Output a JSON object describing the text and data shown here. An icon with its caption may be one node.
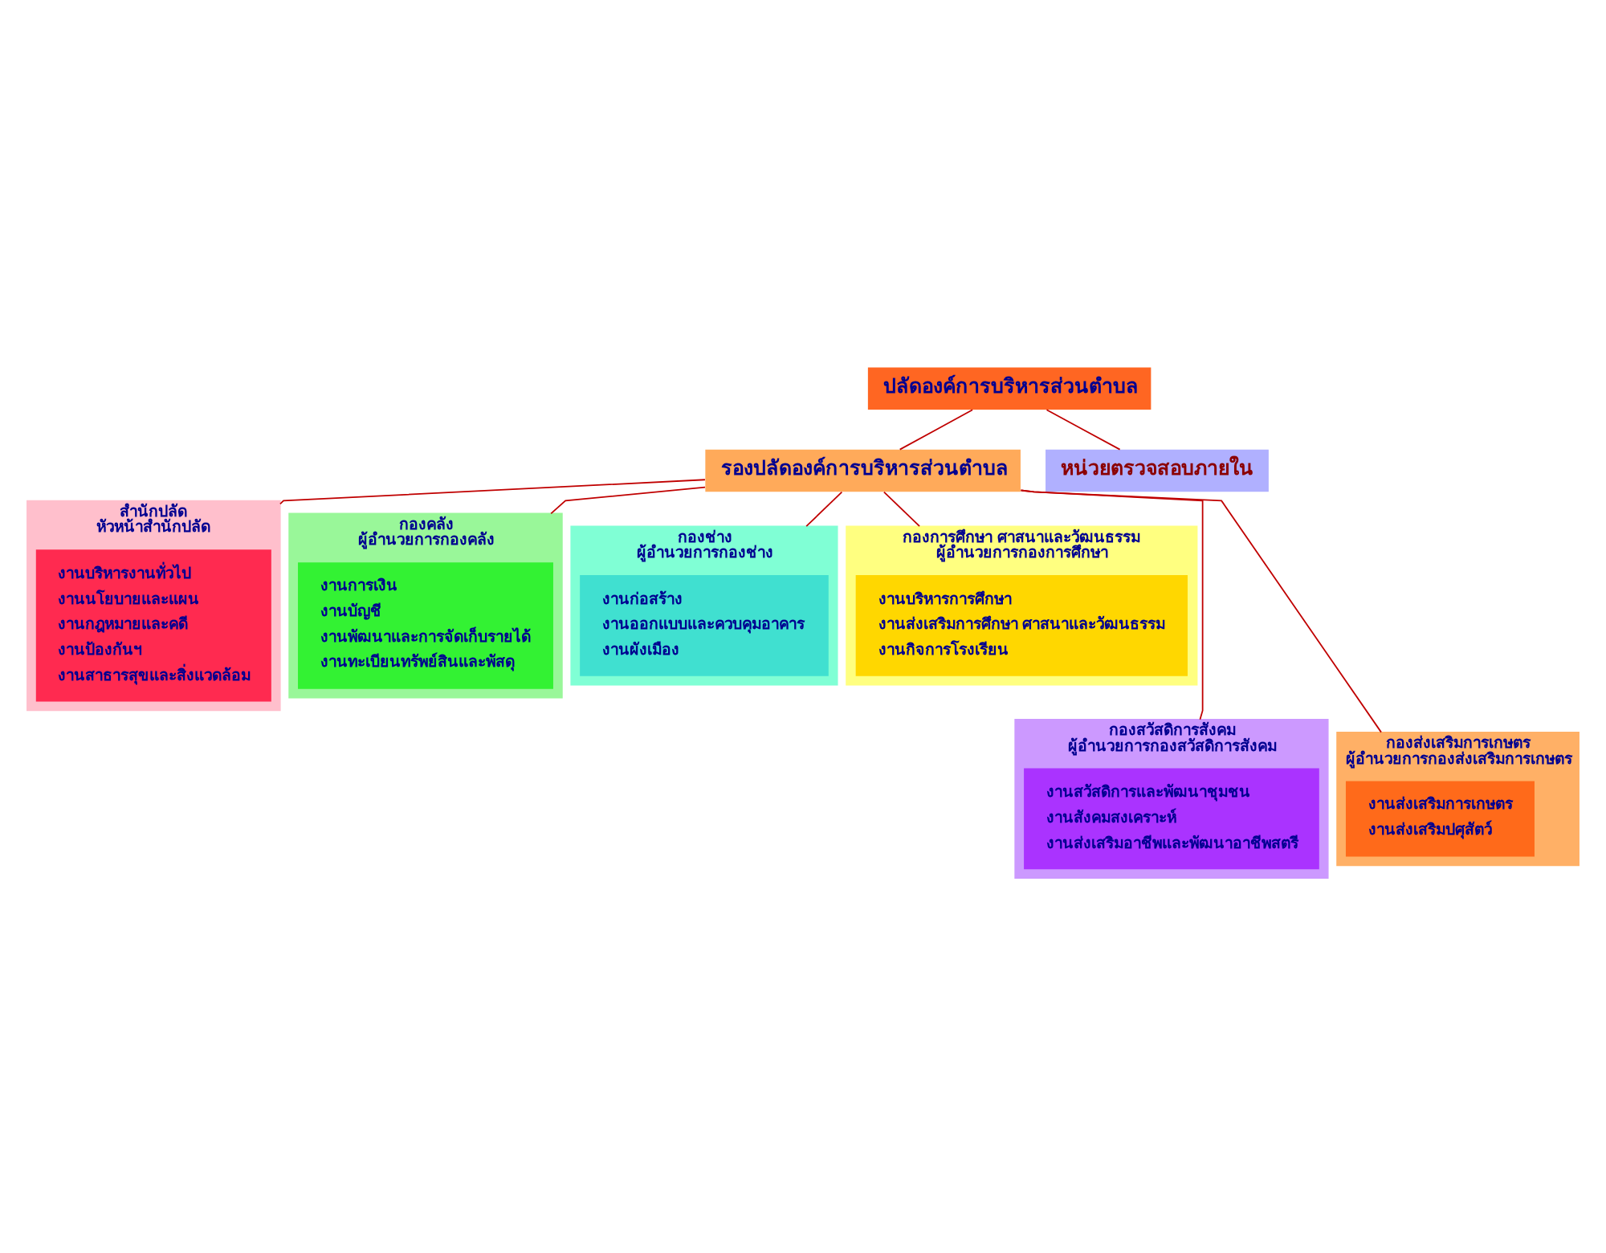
{
  "diagram": {
    "nodes": [
      {
        "text": [
          "ปลัดองค์การบริหารส่วนตำบล"
        ]
      },
      {
        "text": [
          "หน่วยตรวจสอบภายใน"
        ]
      },
      {
        "text": [
          "รองปลัดองค์การบริหารส่วนตำบล"
        ]
      },
      {
        "text": [
          "สำนักปลัด",
          "หัวหน้าสำนักปลัด"
        ]
      },
      {
        "text": [
          "งานบริหารงานทั่วไป",
          "งานนโยบายและแผน",
          "งานกฎหมายและคดี",
          "งานป้องกันฯ",
          "งานสาธารสุขและสิ่งแวดล้อม"
        ],
        "in": 3
      },
      {
        "text": [
          "กองคลัง",
          "ผู้อำนวยการกองคลัง"
        ]
      },
      {
        "text": [
          "งานการเงิน",
          "งานบัญชี",
          "งานพัฒนาและการจัดเก็บรายได้",
          "งานทะเบียนทรัพย์สินและพัสดุ"
        ],
        "in": 5
      },
      {
        "text": [
          "กองช่าง",
          "ผู้อำนวยการกองช่าง"
        ]
      },
      {
        "text": [
          "งานก่อสร้าง",
          "งานออกแบบและควบคุมอาคาร",
          "งานผังเมือง"
        ],
        "in": 7
      },
      {
        "text": [
          "กองการศึกษา ศาสนาและวัฒนธรรม",
          "ผู้อำนวยการกองการศึกษา"
        ]
      },
      {
        "text": [
          "งานบริหารการศึกษา",
          "งานส่งเสริมการศึกษา ศาสนาและวัฒนธรรม",
          "งานกิจการโรงเรียน"
        ],
        "in": 9
      },
      {
        "text": [
          "กองสวัสดิการสังคม",
          "ผู้อำนวยการกองสวัสดิการสังคม"
        ]
      },
      {
        "text": [
          "งานสวัสดิการและพัฒนาชุมชน",
          "งานสังคมสงเคราะห์",
          "งานส่งเสริมอาชีพและพัฒนาอาชีพสตรี"
        ],
        "in": 11
      },
      {
        "text": [
          "กองส่งเสริมการเกษตร",
          "ผู้อำนวยการกองส่งเสริมการเกษตร"
        ]
      },
      {
        "text": [
          "งานส่งเสริมการเกษตร",
          "งานส่งเสริมปศุสัตว์"
        ],
        "in": 13
      }
    ],
    "edges": [
      {
        "from": 0,
        "to": 2,
        "arrow": "none"
      },
      {
        "from": 0,
        "to": 1,
        "arrow": "none"
      },
      {
        "from": 2,
        "to": 3,
        "arrow": "none"
      },
      {
        "from": 2,
        "to": 11,
        "arrow": "none"
      },
      {
        "from": 2,
        "to": 5,
        "arrow": "none"
      },
      {
        "from": 2,
        "to": 7,
        "arrow": "none"
      },
      {
        "from": 2,
        "to": 13,
        "arrow": "none"
      },
      {
        "from": 2,
        "to": 9,
        "arrow": "none"
      }
    ]
  }
}
